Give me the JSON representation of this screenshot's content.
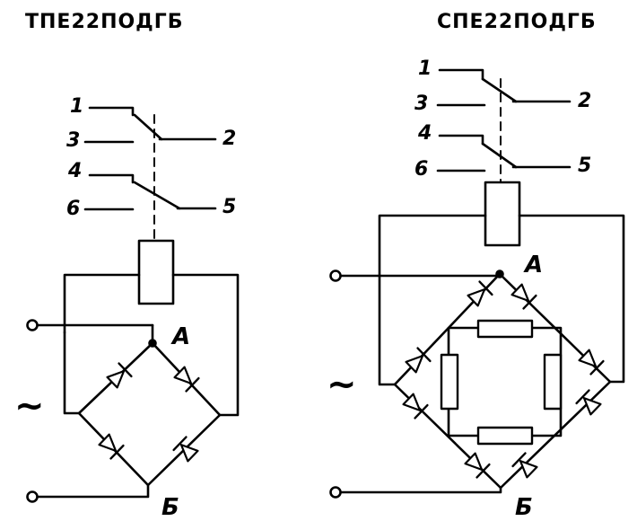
{
  "left": {
    "title": "ТПЕ22ПОДГБ",
    "contacts": [
      "1",
      "3",
      "2",
      "4",
      "6",
      "5"
    ],
    "node_a": "А",
    "node_b": "Б",
    "ac_symbol": "~"
  },
  "right": {
    "title": "СПЕ22ПОДГБ",
    "contacts": [
      "1",
      "3",
      "2",
      "4",
      "6",
      "5"
    ],
    "node_a": "А",
    "node_b": "Б",
    "ac_symbol": "~"
  }
}
